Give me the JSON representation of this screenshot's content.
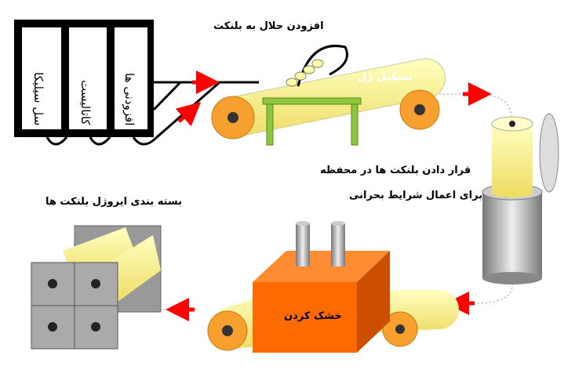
{
  "inputs": {
    "silica_sol": "سل سیلیکا",
    "catalyst": "کاتالیست",
    "additives": "افزودنی ها"
  },
  "steps": {
    "add_solvent": "افزودن حلال به بلنکت",
    "gel_formation": "تشکیل ژل",
    "chamber_line1": "قرار دادن بلنکت ها در محفظه",
    "chamber_line2": "برای اعمال شرایط بحرانی",
    "drying": "خشک کردن",
    "packaging": "بسته بندی ایروژل بلنکت ها"
  },
  "colors": {
    "arrow": "#ff0000",
    "blanket": "#ffff99",
    "roller": "#f7a030",
    "table": "#8dc63f",
    "dryer": "#ff6a00",
    "metal": "#aaaaaa"
  }
}
